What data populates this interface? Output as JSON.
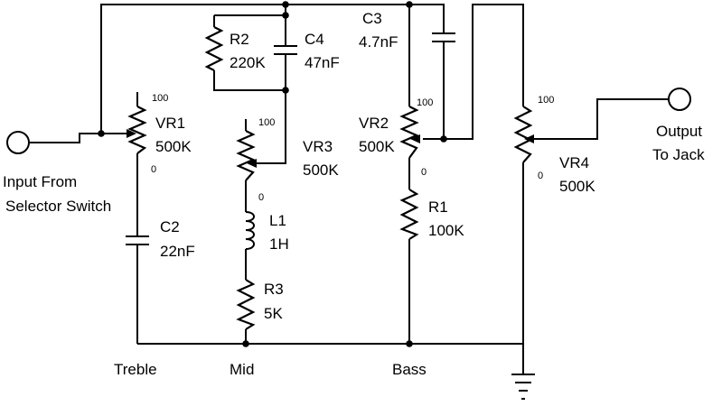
{
  "input_label_line1": "Input From",
  "input_label_line2": "Selector Switch",
  "output_label_line1": "Output",
  "output_label_line2": "To Jack",
  "tone_labels": {
    "treble": "Treble",
    "mid": "Mid",
    "bass": "Bass"
  },
  "pot_scale": {
    "max": "100",
    "min": "0"
  },
  "components": {
    "vr1": {
      "ref": "VR1",
      "value": "500K"
    },
    "vr2": {
      "ref": "VR2",
      "value": "500K"
    },
    "vr3": {
      "ref": "VR3",
      "value": "500K"
    },
    "vr4": {
      "ref": "VR4",
      "value": "500K"
    },
    "r1": {
      "ref": "R1",
      "value": "100K"
    },
    "r2": {
      "ref": "R2",
      "value": "220K"
    },
    "r3": {
      "ref": "R3",
      "value": "5K"
    },
    "c2": {
      "ref": "C2",
      "value": "22nF"
    },
    "c3": {
      "ref": "C3",
      "value": "4.7nF"
    },
    "c4": {
      "ref": "C4",
      "value": "47nF"
    },
    "l1": {
      "ref": "L1",
      "value": "1H"
    }
  }
}
